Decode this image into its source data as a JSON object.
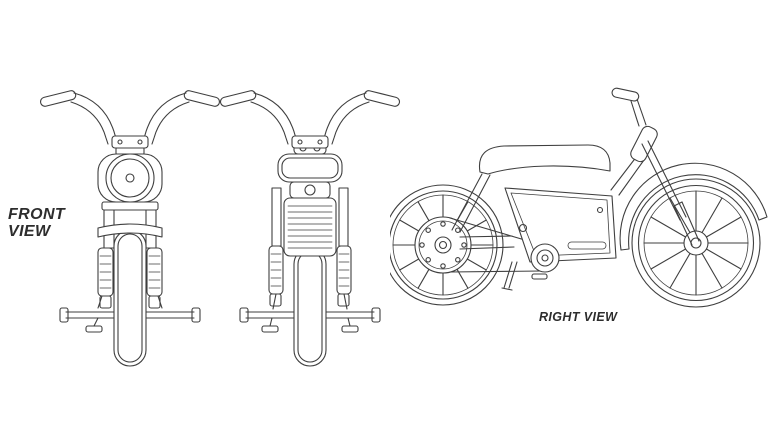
{
  "page": {
    "background_color": "#ffffff",
    "line_color": "#3f3f3f",
    "text_color": "#2d2d2d"
  },
  "labels": {
    "front_view": {
      "line1": "FRONT",
      "line2": "VIEW"
    },
    "right_view": "RIGHT VIEW"
  },
  "drawings": [
    {
      "name": "front-view-drawing",
      "subject": "electric minibike front elevation with round headlight"
    },
    {
      "name": "front-view-secondary-drawing",
      "subject": "front elevation variant with louvered panel"
    },
    {
      "name": "right-view-drawing",
      "subject": "right side elevation with spoked wheels, flat seat, belt drive"
    }
  ]
}
